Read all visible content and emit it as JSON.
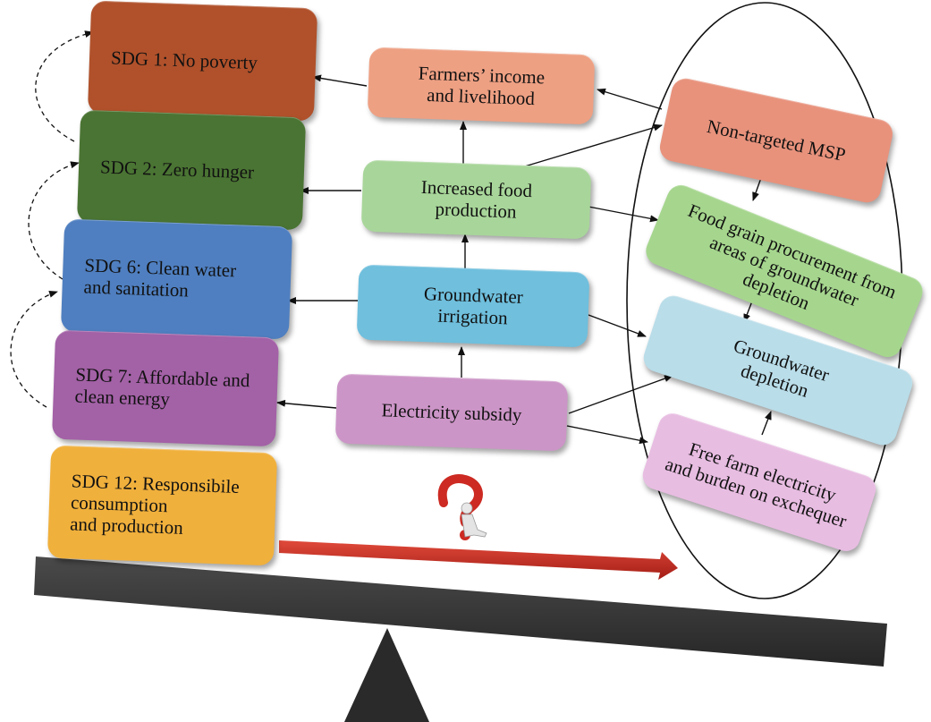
{
  "sdg_boxes": [
    {
      "id": "sdg1",
      "label": "SDG 1: No poverty",
      "color": "#b0512b"
    },
    {
      "id": "sdg2",
      "label": "SDG 2: Zero hunger",
      "color": "#4a7433"
    },
    {
      "id": "sdg6",
      "label": "SDG 6: Clean water\nand sanitation",
      "color": "#4f7fc0"
    },
    {
      "id": "sdg7",
      "label": "SDG 7: Affordable and\nclean energy",
      "color": "#a361a6"
    },
    {
      "id": "sdg12",
      "label": "SDG 12: Responsibile\nconsumption\nand production",
      "color": "#f0b03c"
    }
  ],
  "middle_boxes": [
    {
      "id": "income",
      "label": "Farmers’ income\nand livelihood",
      "color": "#eea083"
    },
    {
      "id": "food",
      "label": "Increased food\nproduction",
      "color": "#a8d69a"
    },
    {
      "id": "irrigation",
      "label": "Groundwater\nirrigation",
      "color": "#6fbfdd"
    },
    {
      "id": "subsidy",
      "label": "Electricity subsidy",
      "color": "#cc95c7"
    }
  ],
  "right_boxes": [
    {
      "id": "msp",
      "label": "Non-targeted MSP",
      "color": "#e8927c"
    },
    {
      "id": "procurement",
      "label": "Food grain procurement from\nareas of groundwater\ndepletion",
      "color": "#a6d68e"
    },
    {
      "id": "depletion",
      "label": "Groundwater\ndepletion",
      "color": "#b9dde9"
    },
    {
      "id": "freeelec",
      "label": "Free farm electricity\nand burden on exchequer",
      "color": "#e8bde2"
    }
  ],
  "colors": {
    "arrow": "#111111",
    "trend_arrow": "#c42a20",
    "seesaw": "#333333",
    "question_mark": "#cc2a22"
  }
}
